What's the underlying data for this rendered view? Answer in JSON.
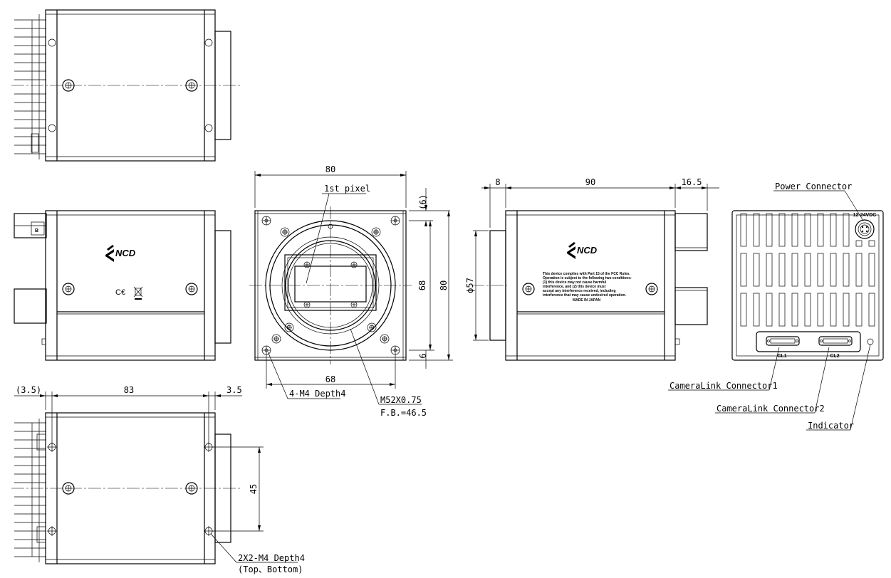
{
  "dims": {
    "front_width": "80",
    "first_pixel": "1st pixel",
    "top_offset": "(6)",
    "inner_68_v": "68",
    "outer_80_v": "80",
    "bottom_6": "6",
    "bottom_68": "68",
    "mount_holes": "4-M4 Depth4",
    "mount_thread": "M52X0.75",
    "flange_back": "F.B.=46.5",
    "side_8": "8",
    "side_90": "90",
    "side_16_5": "16.5",
    "diameter_57": "ϕ57",
    "bottom_3_5_left": "(3.5)",
    "bottom_83": "83",
    "bottom_3_5_right": "3.5",
    "bottom_45": "45",
    "bottom_holes": "2X2-M4 Depth4",
    "bottom_holes_note": "(Top、Bottom)"
  },
  "rear": {
    "power_connector": "Power Connector",
    "voltage": "12-24VDC",
    "cl1_label": "CL1",
    "cl2_label": "CL2",
    "cameralink1": "CameraLink Connector1",
    "cameralink2": "CameraLink Connector2",
    "indicator": "Indicator"
  },
  "labels": {
    "fcc_lines": [
      "This device complies with Part 15 of the FCC Rules.",
      "Operation is subject to the following two conditions:",
      "(1) this device may not cause harmful",
      "interference, and (2) this device must",
      "accept any interference received, including",
      "interference that may cause undesired operation.",
      "MADE IN JAPAN"
    ],
    "ce_mark": "C€",
    "side_b": "B"
  },
  "icons": {
    "logo": "ncd-logo",
    "weee": "weee-bin-icon"
  }
}
